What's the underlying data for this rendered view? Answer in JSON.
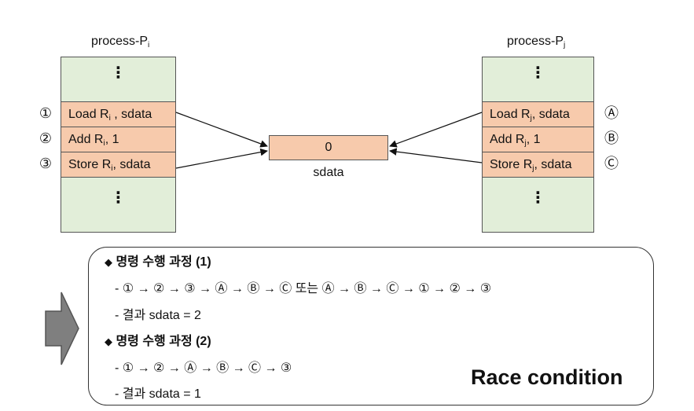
{
  "process_i": {
    "title_main": "process-P",
    "title_sub": "i",
    "dots_top": "⋮",
    "dots_bottom": "⋮",
    "rows": [
      {
        "marker": "①",
        "pre": "Load R",
        "sub": "i",
        "post": " , sdata"
      },
      {
        "marker": "②",
        "pre": "Add R",
        "sub": "i",
        "post": ", 1"
      },
      {
        "marker": "③",
        "pre": "Store R",
        "sub": "i",
        "post": ", sdata"
      }
    ]
  },
  "process_j": {
    "title_main": "process-P",
    "title_sub": "j",
    "dots_top": "⋮",
    "dots_bottom": "⋮",
    "rows": [
      {
        "marker": "Ⓐ",
        "pre": "Load R",
        "sub": "j",
        "post": ", sdata"
      },
      {
        "marker": "Ⓑ",
        "pre": "Add R",
        "sub": "j",
        "post": ", 1"
      },
      {
        "marker": "Ⓒ",
        "pre": "Store R",
        "sub": "j",
        "post": ", sdata"
      }
    ]
  },
  "shared": {
    "value": "0",
    "label": "sdata"
  },
  "panel": {
    "heading1": "명령 수행 과정 (1)",
    "sequence1": "- ① → ② → ③ → Ⓐ → Ⓑ → Ⓒ  또는 Ⓐ → Ⓑ → Ⓒ → ① → ② → ③",
    "result1": "- 결과 sdata = 2",
    "heading2": "명령 수행 과정 (2)",
    "sequence2": "- ① → ② → Ⓐ → Ⓑ → Ⓒ → ③",
    "result2": "- 결과 sdata = 1",
    "bullet": "◆",
    "race_label": "Race condition"
  },
  "colors": {
    "green_block": "#e2eed9",
    "orange_block": "#f7caac",
    "arrow_gray": "#7f7f7f"
  },
  "icons": [
    "right-block-arrow-icon"
  ]
}
